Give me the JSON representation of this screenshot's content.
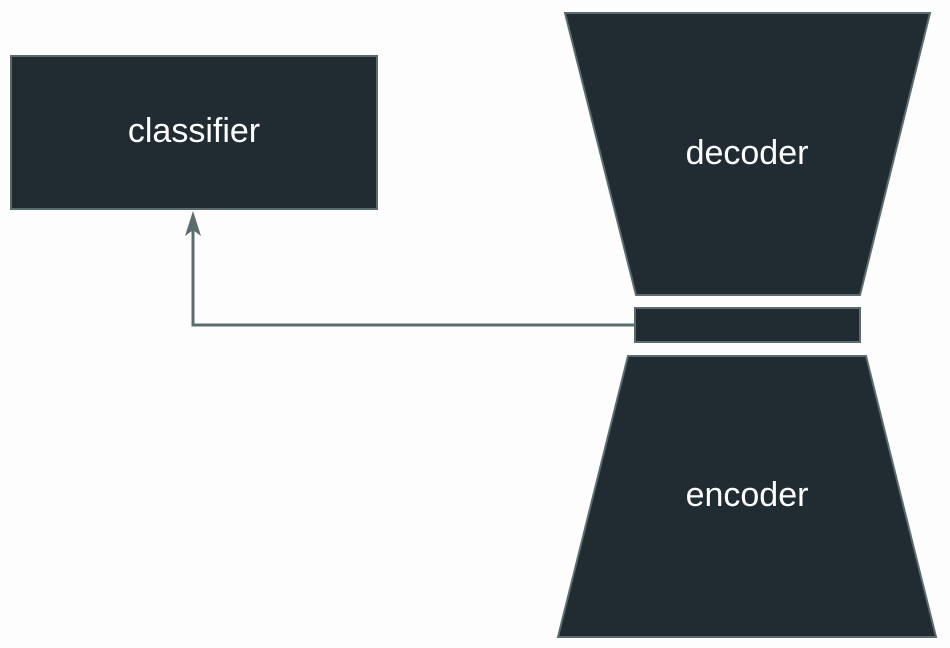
{
  "diagram": {
    "classifier": {
      "label": "classifier"
    },
    "decoder": {
      "label": "decoder"
    },
    "encoder": {
      "label": "encoder"
    },
    "colors": {
      "block_fill": "#202c31",
      "block_stroke": "#5b6b6e",
      "connector": "#5b6b6e",
      "label_text": "#ffffff",
      "background": "#fdfdfd"
    }
  }
}
